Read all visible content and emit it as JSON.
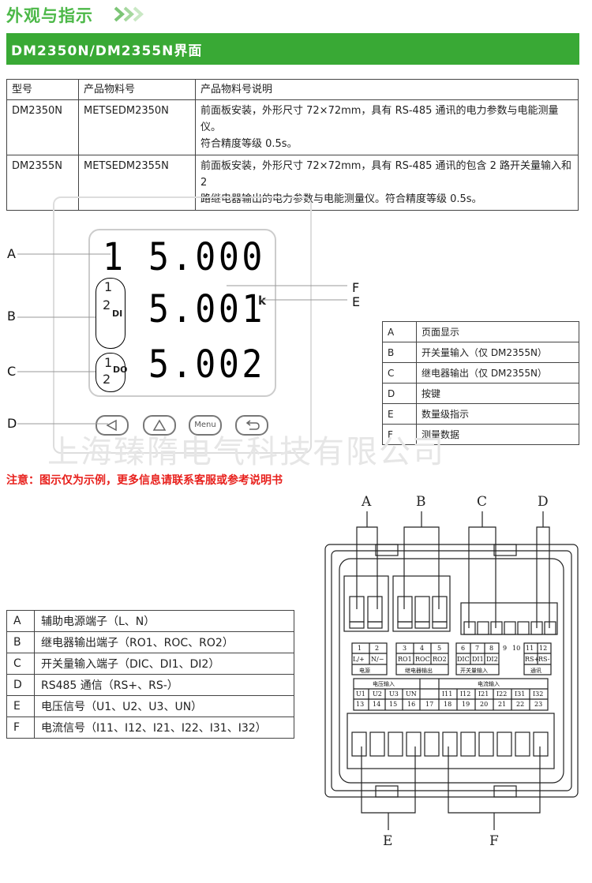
{
  "header": {
    "title": "外观与指示",
    "arrows_icon": "triple-chevron-right-icon"
  },
  "banner": {
    "title": "DM2350N/DM2355N界面"
  },
  "product_table": {
    "headers": [
      "型号",
      "产品物料号",
      "产品物料号说明"
    ],
    "rows": [
      {
        "model": "DM2350N",
        "part": "METSEDM2350N",
        "desc1": "前面板安装，外形尺寸 72×72mm，具有 RS-485 通讯的电力参数与电能测量仪。",
        "desc2": "符合精度等级 0.5s。"
      },
      {
        "model": "DM2355N",
        "part": "METSEDM2355N",
        "desc1": "前面板安装，外形尺寸 72×72mm，具有 RS-485 通讯的包含 2 路开关量输入和 2",
        "desc2": "路继电器输出的电力参数与电能测量仪。符合精度等级 0.5s。"
      }
    ]
  },
  "front_panel": {
    "page_digit": "1",
    "line1": "5.000",
    "line2": "5.001",
    "line3": "5.002",
    "unit_k": "k",
    "di": {
      "n1": "1",
      "n2": "2",
      "label": "DI"
    },
    "do": {
      "n1": "1",
      "n2": "2",
      "label": "DO"
    },
    "buttons": {
      "menu": "Menu"
    },
    "callouts": {
      "a": "A",
      "b": "B",
      "c": "C",
      "d": "D",
      "e": "E",
      "f": "F"
    },
    "watermark": "上海臻隋电气科技有限公司"
  },
  "front_legend": [
    {
      "key": "A",
      "text": "页面显示"
    },
    {
      "key": "B",
      "text": "开关量输入（仅 DM2355N）"
    },
    {
      "key": "C",
      "text": "继电器输出（仅 DM2355N）"
    },
    {
      "key": "D",
      "text": "按键"
    },
    {
      "key": "E",
      "text": "数量级指示"
    },
    {
      "key": "F",
      "text": "测量数据"
    }
  ],
  "note": "注意：图示仅为示例，更多信息请联系客服或参考说明书",
  "rear_legend": [
    {
      "key": "A",
      "text": "辅助电源端子（L、N）"
    },
    {
      "key": "B",
      "text": "继电器输出端子（RO1、ROC、RO2）"
    },
    {
      "key": "C",
      "text": "开关量输入端子（DIC、DI1、DI2）"
    },
    {
      "key": "D",
      "text": "RS485 通信（RS+、RS-）"
    },
    {
      "key": "E",
      "text": "电压信号（U1、U2、U3、UN）"
    },
    {
      "key": "F",
      "text": "电流信号（I11、I12、I21、I22、I31、I32）"
    }
  ],
  "rear_panel": {
    "top_labels": {
      "a": "A",
      "b": "B",
      "c": "C",
      "d": "D"
    },
    "bottom_labels": {
      "e": "E",
      "f": "F"
    },
    "power": {
      "n1": "1",
      "n2": "2",
      "l": "L/+",
      "n": "N/−",
      "caption": "电源"
    },
    "relay": {
      "n3": "3",
      "n4": "4",
      "n5": "5",
      "ro1": "RO1",
      "roc": "ROC",
      "ro2": "RO2",
      "caption": "继电器输出"
    },
    "di": {
      "n6": "6",
      "n7": "7",
      "n8": "8",
      "n9": "9",
      "n10": "10",
      "dic": "DIC",
      "di1": "DI1",
      "di2": "DI2",
      "caption": "开关量输入"
    },
    "comm": {
      "n11": "11",
      "n12": "12",
      "rsp": "RS+",
      "rsm": "RS-",
      "caption": "通讯"
    },
    "voltage": {
      "caption": "电压输入",
      "u1": "U1",
      "u2": "U2",
      "u3": "U3",
      "un": "UN",
      "n13": "13",
      "n14": "14",
      "n15": "15",
      "n16": "16",
      "n17": "17"
    },
    "current": {
      "caption": "电流输入",
      "i11": "I11",
      "i12": "I12",
      "i21": "I21",
      "i22": "I22",
      "i31": "I31",
      "i32": "I32",
      "n18": "18",
      "n19": "19",
      "n20": "20",
      "n21": "21",
      "n22": "22",
      "n23": "23"
    }
  }
}
